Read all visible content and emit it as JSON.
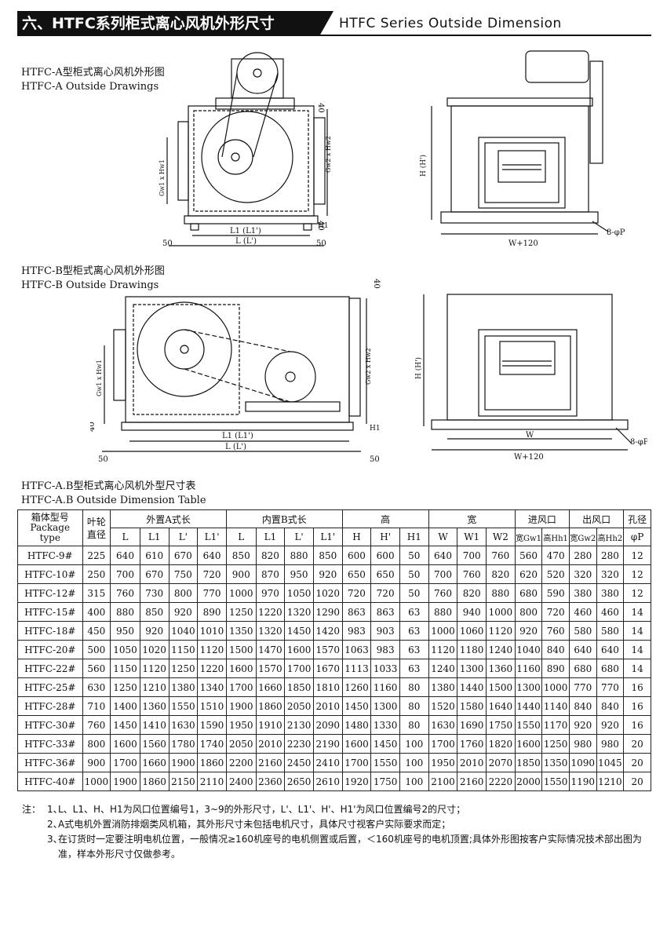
{
  "header": {
    "title_cn": "六、HTFC系列柜式离心风机外形尺寸",
    "title_en": "HTFC Series Outside Dimension"
  },
  "drawing_a": {
    "caption_cn": "HTFC-A型柜式离心风机外形图",
    "caption_en": "HTFC-A Outside Drawings",
    "front": {
      "dim_top": "40",
      "dim_bottom": "40",
      "inlet": "Gw1 x Hw1",
      "outlet": "Gw2 x Hw2",
      "h1": "H1",
      "l1": "L1 (L1')",
      "l": "L (L')",
      "left_margin": "50",
      "right_margin": "50"
    },
    "side": {
      "height": "H (H')",
      "hole": "8-φP",
      "width": "W+120"
    }
  },
  "drawing_b": {
    "caption_cn": "HTFC-B型柜式离心风机外形图",
    "caption_en": "HTFC-B Outside Drawings",
    "front": {
      "dim_top": "40",
      "dim_bottom": "40",
      "inlet": "Gw1 x Hw1",
      "outlet": "Gw2 x Hw2",
      "h1": "H1",
      "l1": "L1 (L1')",
      "l": "L (L')",
      "left_margin": "50",
      "right_margin": "50"
    },
    "side": {
      "height": "H (H')",
      "hole": "8-φP",
      "w": "W",
      "width": "W+120"
    }
  },
  "table": {
    "caption_cn": "HTFC-A.B型柜式离心风机外型尺寸表",
    "caption_en": "HTFC-A.B Outside Dimension Table",
    "header_model_cn": "箱体型号",
    "header_model_en1": "Package",
    "header_model_en2": "type",
    "header_impeller1": "叶轮",
    "header_impeller2": "直径",
    "group_a": "外置A式长",
    "group_b": "内置B式长",
    "group_h": "高",
    "group_w": "宽",
    "group_in": "进风口",
    "group_out": "出风口",
    "group_hole": "孔径",
    "sub": [
      "L",
      "L1",
      "L'",
      "L1'",
      "L",
      "L1",
      "L'",
      "L1'",
      "H",
      "H'",
      "H1",
      "W",
      "W1",
      "W2",
      "宽Gw1",
      "高Hh1",
      "宽Gw2",
      "高Hh2",
      "φP"
    ],
    "rows": [
      [
        "HTFC-9#",
        "225",
        "640",
        "610",
        "670",
        "640",
        "850",
        "820",
        "880",
        "850",
        "600",
        "600",
        "50",
        "640",
        "700",
        "760",
        "560",
        "470",
        "280",
        "280",
        "12"
      ],
      [
        "HTFC-10#",
        "250",
        "700",
        "670",
        "750",
        "720",
        "900",
        "870",
        "950",
        "920",
        "650",
        "650",
        "50",
        "700",
        "760",
        "820",
        "620",
        "520",
        "320",
        "320",
        "12"
      ],
      [
        "HTFC-12#",
        "315",
        "760",
        "730",
        "800",
        "770",
        "1000",
        "970",
        "1050",
        "1020",
        "720",
        "720",
        "50",
        "760",
        "820",
        "880",
        "680",
        "590",
        "380",
        "380",
        "12"
      ],
      [
        "HTFC-15#",
        "400",
        "880",
        "850",
        "920",
        "890",
        "1250",
        "1220",
        "1320",
        "1290",
        "863",
        "863",
        "63",
        "880",
        "940",
        "1000",
        "800",
        "720",
        "460",
        "460",
        "14"
      ],
      [
        "HTFC-18#",
        "450",
        "950",
        "920",
        "1040",
        "1010",
        "1350",
        "1320",
        "1450",
        "1420",
        "983",
        "903",
        "63",
        "1000",
        "1060",
        "1120",
        "920",
        "760",
        "580",
        "580",
        "14"
      ],
      [
        "HTFC-20#",
        "500",
        "1050",
        "1020",
        "1150",
        "1120",
        "1500",
        "1470",
        "1600",
        "1570",
        "1063",
        "983",
        "63",
        "1120",
        "1180",
        "1240",
        "1040",
        "840",
        "640",
        "640",
        "14"
      ],
      [
        "HTFC-22#",
        "560",
        "1150",
        "1120",
        "1250",
        "1220",
        "1600",
        "1570",
        "1700",
        "1670",
        "1113",
        "1033",
        "63",
        "1240",
        "1300",
        "1360",
        "1160",
        "890",
        "680",
        "680",
        "14"
      ],
      [
        "HTFC-25#",
        "630",
        "1250",
        "1210",
        "1380",
        "1340",
        "1700",
        "1660",
        "1850",
        "1810",
        "1260",
        "1160",
        "80",
        "1380",
        "1440",
        "1500",
        "1300",
        "1000",
        "770",
        "770",
        "16"
      ],
      [
        "HTFC-28#",
        "710",
        "1400",
        "1360",
        "1550",
        "1510",
        "1900",
        "1860",
        "2050",
        "2010",
        "1450",
        "1300",
        "80",
        "1520",
        "1580",
        "1640",
        "1440",
        "1140",
        "840",
        "840",
        "16"
      ],
      [
        "HTFC-30#",
        "760",
        "1450",
        "1410",
        "1630",
        "1590",
        "1950",
        "1910",
        "2130",
        "2090",
        "1480",
        "1330",
        "80",
        "1630",
        "1690",
        "1750",
        "1550",
        "1170",
        "920",
        "920",
        "16"
      ],
      [
        "HTFC-33#",
        "800",
        "1600",
        "1560",
        "1780",
        "1740",
        "2050",
        "2010",
        "2230",
        "2190",
        "1600",
        "1450",
        "100",
        "1700",
        "1760",
        "1820",
        "1600",
        "1250",
        "980",
        "980",
        "20"
      ],
      [
        "HTFC-36#",
        "900",
        "1700",
        "1660",
        "1900",
        "1860",
        "2200",
        "2160",
        "2450",
        "2410",
        "1700",
        "1550",
        "100",
        "1950",
        "2010",
        "2070",
        "1850",
        "1350",
        "1090",
        "1045",
        "20"
      ],
      [
        "HTFC-40#",
        "1000",
        "1900",
        "1860",
        "2150",
        "2110",
        "2400",
        "2360",
        "2650",
        "2610",
        "1920",
        "1750",
        "100",
        "2100",
        "2160",
        "2220",
        "2000",
        "1550",
        "1190",
        "1210",
        "20"
      ]
    ]
  },
  "notes": {
    "label": "注：",
    "items": [
      {
        "num": "1、",
        "text": "L、L1、H、H1为风口位置编号1，3~9的外形尺寸，L'、L1'、H'、H1'为风口位置编号2的尺寸；"
      },
      {
        "num": "2、",
        "text": "A式电机外置消防排烟类风机箱，其外形尺寸未包括电机尺寸，具体尺寸视客户实际要求而定；"
      },
      {
        "num": "3、",
        "text": "在订货时一定要注明电机位置，一般情况≥160机座号的电机侧置或后置，＜160机座号的电机顶置;具体外形图按客户实际情况技术部出图为准，样本外形尺寸仅做参考。"
      }
    ]
  }
}
